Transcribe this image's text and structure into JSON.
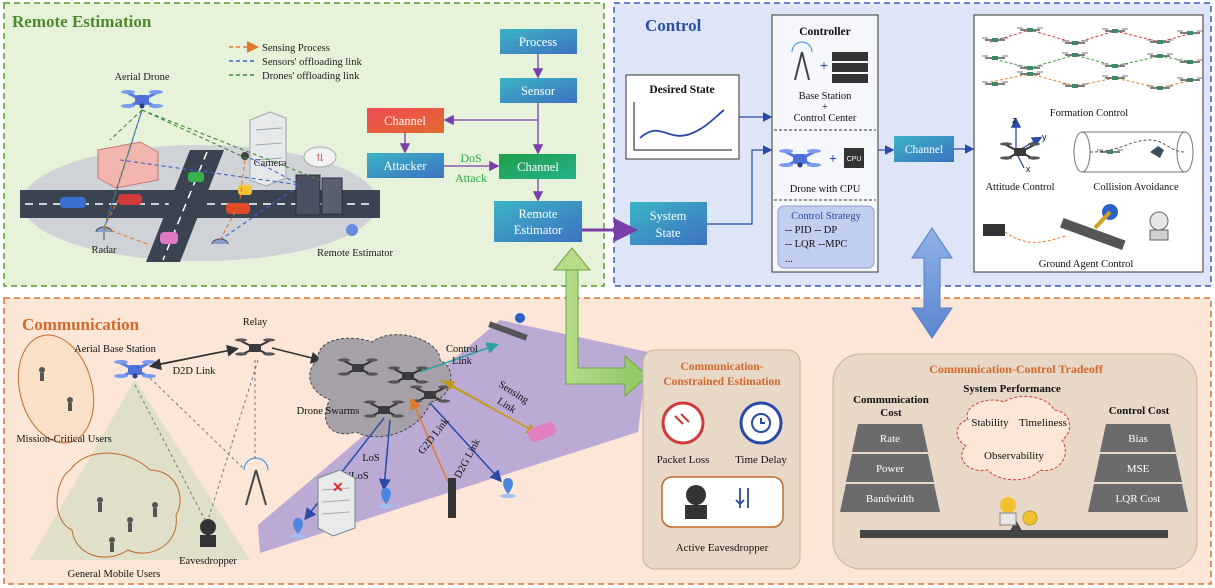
{
  "panels": {
    "remote_estimation": {
      "title": "Remote Estimation",
      "legend": [
        "Sensing Process",
        "Sensors' offloading link",
        "Drones' offloading link"
      ],
      "labels": {
        "aerial_drone": "Aerial Drone",
        "camera": "Camera",
        "radar": "Radar",
        "remote_estimator": "Remote Estimator"
      },
      "flow": {
        "process": "Process",
        "sensor": "Sensor",
        "channel_top": "Channel",
        "attacker": "Attacker",
        "channel_mid": "Channel",
        "dos_attack": [
          "DoS",
          "Attack"
        ],
        "remote_estimator": [
          "Remote",
          "Estimator"
        ]
      }
    },
    "control": {
      "title": "Control",
      "desired_state": "Desired State",
      "controller": "Controller",
      "base_station": [
        "Base Station",
        "+",
        "Control Center"
      ],
      "cpu_chip": "CPU",
      "drone_cpu": "Drone with CPU",
      "control_strategy": {
        "title": "Control Strategy",
        "lines": [
          "-- PID    -- DP",
          "-- LQR  --MPC",
          "..."
        ]
      },
      "system_state": [
        "System",
        "State"
      ],
      "channel": "Channel",
      "formation": "Formation Control",
      "attitude": "Attitude Control",
      "collision": "Collision Avoidance",
      "ground": "Ground Agent Control",
      "axes": [
        "z",
        "y",
        "x"
      ]
    },
    "communication": {
      "title": "Communication",
      "relay": "Relay",
      "aerial_bs": "Aerial Base Station",
      "d2d": "D2D Link",
      "control_link": [
        "Control",
        "Link"
      ],
      "sensing_link": [
        "Sensing",
        "Link"
      ],
      "drone_swarms": "Drone Swarms",
      "los": "LoS",
      "nlos": "NLoS",
      "g2d": "G2D Link",
      "d2g": "D2G Link",
      "mission_users": "Mission-Critical Users",
      "general_users": "General Mobile Users",
      "eavesdropper": "Eavesdropper"
    },
    "cce": {
      "title": [
        "Communication-",
        "Constrained Estimation"
      ],
      "packet_loss": "Packet Loss",
      "time_delay": "Time Delay",
      "active_eavesdropper": "Active Eavesdropper"
    },
    "tradeoff": {
      "title": "Communication-Control Tradeoff",
      "system_performance": "System Performance",
      "comm_cost": [
        "Communication",
        "Cost"
      ],
      "comm_items": [
        "Rate",
        "Power",
        "Bandwidth"
      ],
      "control_cost": "Control Cost",
      "control_items": [
        "Bias",
        "MSE",
        "LQR Cost"
      ],
      "cloud": [
        "Stability",
        "Timeliness",
        "Observability"
      ]
    }
  },
  "colors": {
    "re_bg": "#e6f2d9",
    "re_border": "#5a9a32",
    "re_title": "#4d8a2a",
    "ctrl_bg": "#dde5f6",
    "ctrl_border": "#3a5fb5",
    "ctrl_title": "#2f4fa8",
    "comm_bg": "#fbe6d8",
    "comm_border": "#d4773a",
    "comm_title": "#d4692a",
    "teal": "#3aa7a8",
    "red": "#e0413e",
    "green": "#2aa84a",
    "purple": "#7a3ea8"
  }
}
